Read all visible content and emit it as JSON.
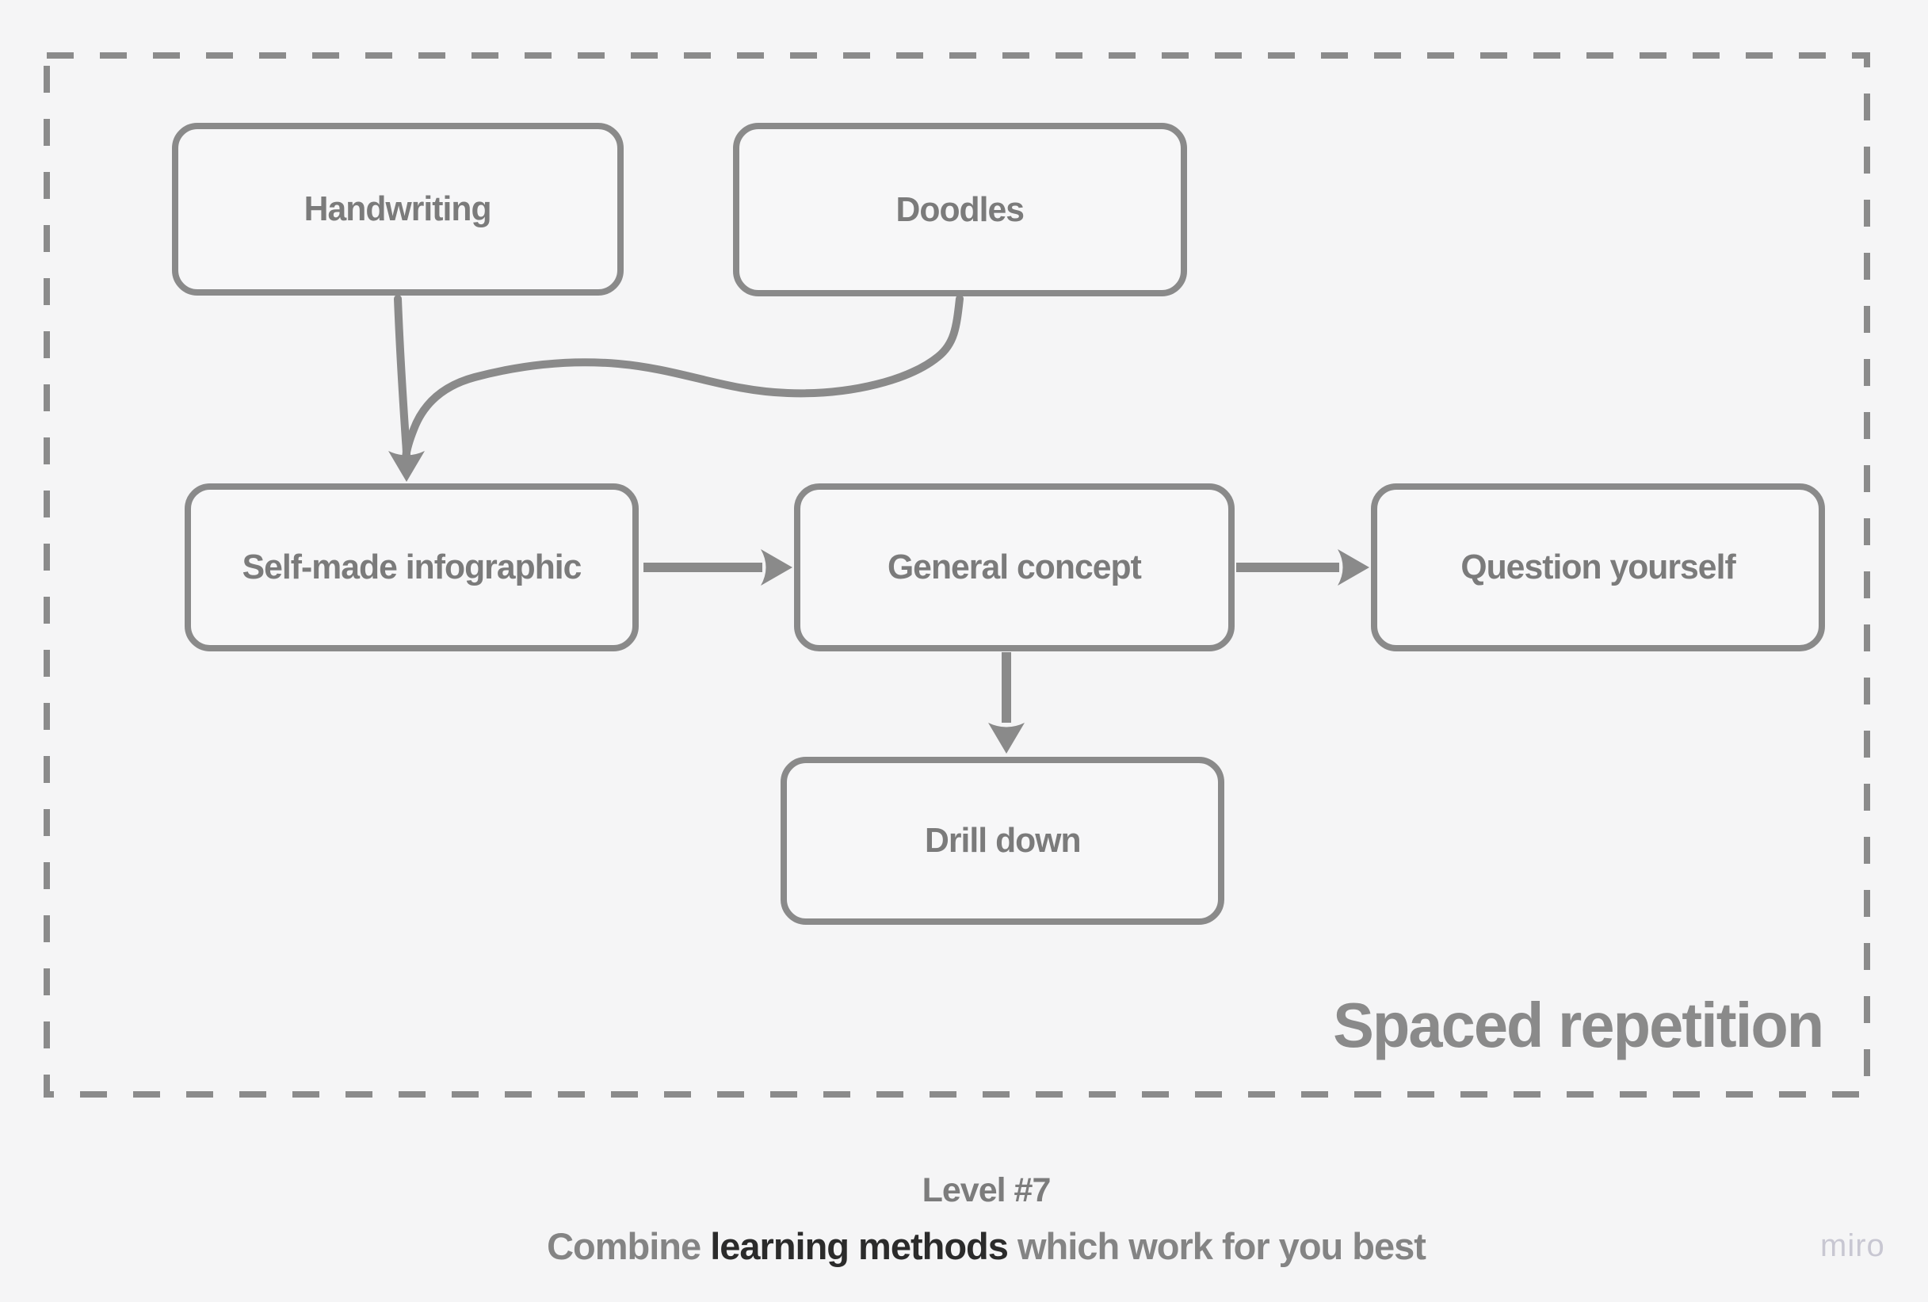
{
  "board": {
    "background": "#f5f5f6"
  },
  "frame": {
    "title": "Spaced repetition",
    "border_color": "#8b8b8b"
  },
  "nodes": [
    {
      "id": "handwriting",
      "label": "Handwriting"
    },
    {
      "id": "doodles",
      "label": "Doodles"
    },
    {
      "id": "self-made-infographic",
      "label": "Self-made infographic"
    },
    {
      "id": "general-concept",
      "label": "General concept"
    },
    {
      "id": "question-yourself",
      "label": "Question yourself"
    },
    {
      "id": "drill-down",
      "label": "Drill down"
    }
  ],
  "edges": [
    {
      "from": "Handwriting",
      "to": "Self-made infographic"
    },
    {
      "from": "Doodles",
      "to": "Self-made infographic"
    },
    {
      "from": "Self-made infographic",
      "to": "General concept"
    },
    {
      "from": "General concept",
      "to": "Question yourself"
    },
    {
      "from": "General concept",
      "to": "Drill down"
    }
  ],
  "caption": {
    "line1": "Level #7",
    "line2_prefix": "Combine ",
    "line2_highlight": "learning methods",
    "line2_suffix": " which work for you best"
  },
  "watermark": "miro",
  "colors": {
    "shape_border": "#8a8a8a",
    "shape_fill": "#f7f7f8",
    "shape_text": "#7b7b7b",
    "connector": "#8a8a8a",
    "title_text": "#8a8a8a",
    "caption_text": "#7c7c7c",
    "caption_highlight": "#2b2b2b",
    "watermark_text": "#c8c7d2"
  }
}
